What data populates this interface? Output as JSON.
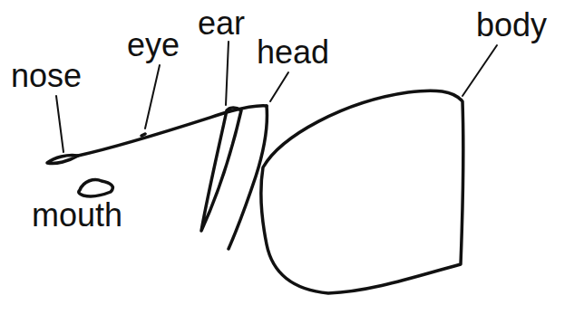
{
  "diagram": {
    "labels": [
      "nose",
      "eye",
      "ear",
      "head",
      "body",
      "mouth"
    ]
  }
}
